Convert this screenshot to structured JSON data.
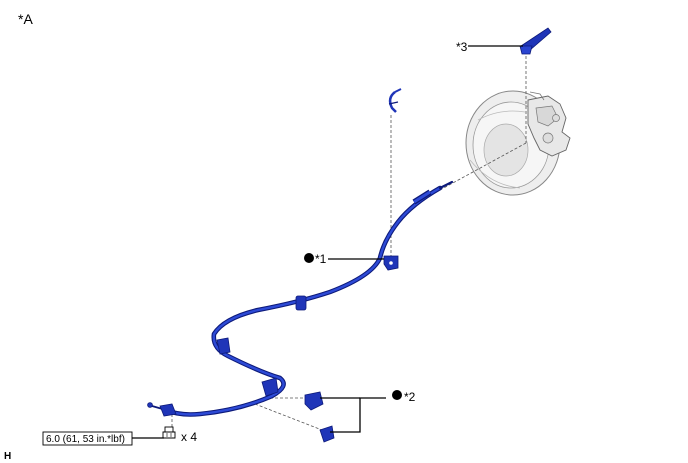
{
  "figure_label": "*A",
  "callouts": {
    "c1": "*1",
    "c2": "*2",
    "c3": "*3"
  },
  "torque_spec": "6.0 (61, 53 in.*lbf)",
  "quantity": "x 4",
  "corner_mark": "H",
  "colors": {
    "part_blue": "#1f35b8",
    "part_dark": "#0d1a7a",
    "outline_black": "#000000",
    "dashed_gray": "#555555",
    "backplate_light": "#e6e6e6"
  }
}
